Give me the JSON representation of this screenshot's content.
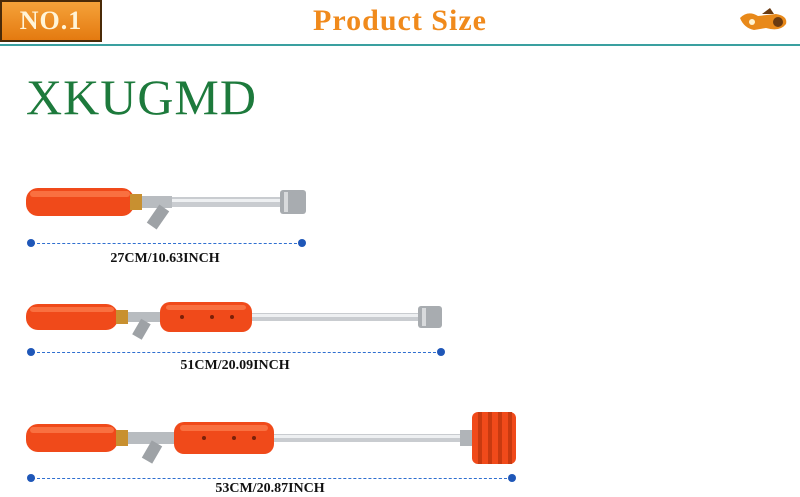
{
  "header": {
    "badge": "NO.1",
    "title": "Product Size"
  },
  "brand": {
    "name": "XKUGMD"
  },
  "products": [
    {
      "size_label": "27CM/10.63INCH"
    },
    {
      "size_label": "51CM/20.09INCH"
    },
    {
      "size_label": "53CM/20.87INCH"
    }
  ],
  "colors": {
    "accent": "#f08a1c",
    "brand": "#1d7a3c",
    "handle": "#f04a1a",
    "dimension": "#1f57b8"
  }
}
